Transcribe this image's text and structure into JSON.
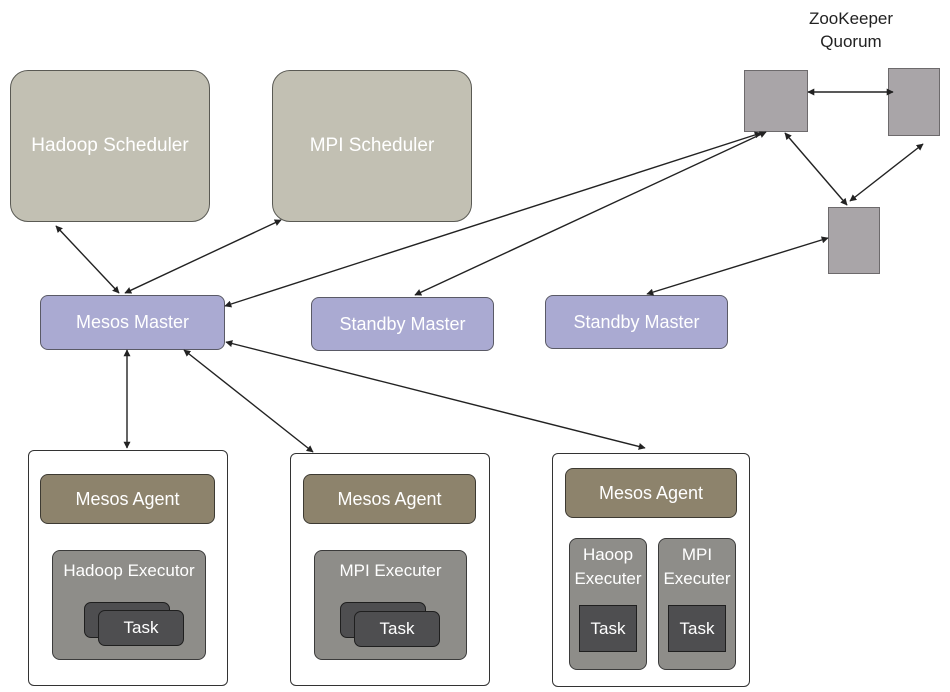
{
  "schedulers": {
    "hadoop": "Hadoop Scheduler",
    "mpi": "MPI Scheduler"
  },
  "masters": {
    "main": "Mesos Master",
    "standby1": "Standby Master",
    "standby2": "Standby Master"
  },
  "zookeeper": {
    "line1": "ZooKeeper",
    "line2": "Quorum"
  },
  "nodes": [
    {
      "agent": "Mesos Agent",
      "executor": "Hadoop Executor",
      "task": "Task"
    },
    {
      "agent": "Mesos Agent",
      "executor": "MPI Executer",
      "task": "Task"
    },
    {
      "agent": "Mesos Agent",
      "executors": [
        {
          "line1": "Haoop",
          "line2": "Executer",
          "task": "Task"
        },
        {
          "line1": "MPI",
          "line2": "Executer",
          "task": "Task"
        }
      ]
    }
  ],
  "colors": {
    "scheduler": "#c2c0b3",
    "master": "#aaaad2",
    "zookeeper": "#a9a5a8",
    "agent": "#8d836c",
    "executor": "#8e8d89",
    "task": "#4e4e50",
    "arrow": "#222222"
  }
}
